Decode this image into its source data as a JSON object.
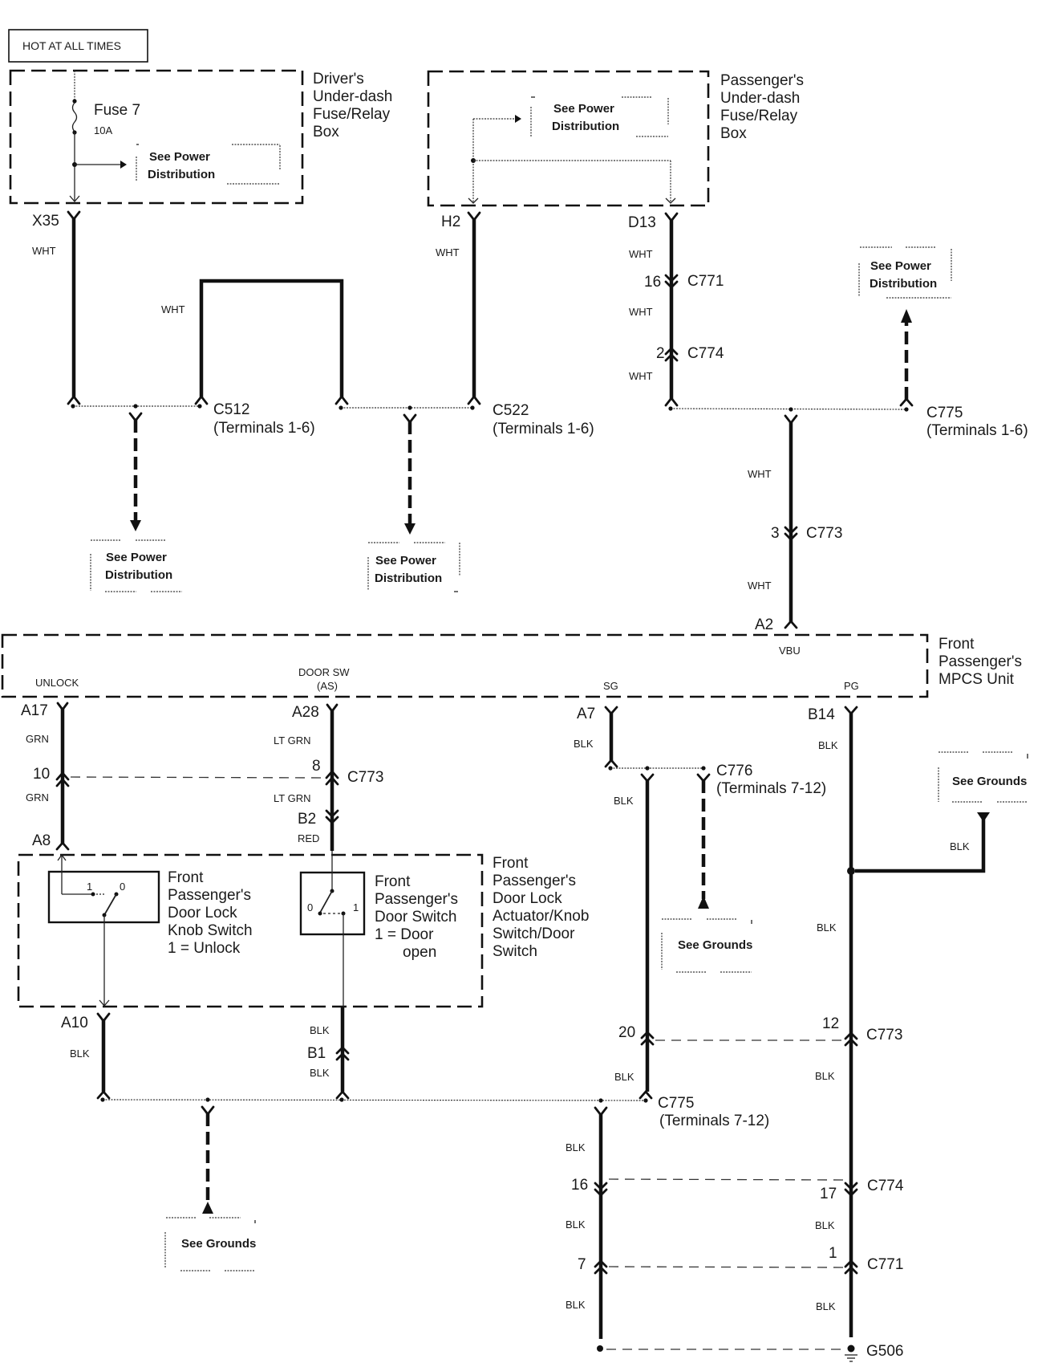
{
  "title_box": "HOT AT ALL TIMES",
  "components": {
    "drivers_box": [
      "Driver's",
      "Under-dash",
      "Fuse/Relay",
      "Box"
    ],
    "passengers_box": [
      "Passenger's",
      "Under-dash",
      "Fuse/Relay",
      "Box"
    ],
    "mpcs_unit": [
      "Front",
      "Passenger's",
      "MPCS Unit"
    ],
    "actuator": [
      "Front",
      "Passenger's",
      "Door Lock",
      "Actuator/Knob",
      "Switch/Door",
      "Switch"
    ],
    "knob_switch": [
      "Front",
      "Passenger's",
      "Door Lock",
      "Knob Switch",
      "1 = Unlock"
    ],
    "door_switch": [
      "Front",
      "Passenger's",
      "Door Switch",
      "1 = Door",
      "open"
    ]
  },
  "fuse": {
    "name": "Fuse 7",
    "rating": "10A"
  },
  "references": {
    "power_line1": "See Power",
    "power_line2": "Distribution",
    "grounds": "See Grounds"
  },
  "mpcs_pins": {
    "vbu": "VBU",
    "unlock": "UNLOCK",
    "door_sw": "DOOR SW",
    "door_sw_sub": "(AS)",
    "sg": "SG",
    "pg": "PG"
  },
  "terminals": {
    "x35": "X35",
    "h2": "H2",
    "d13": "D13",
    "a2": "A2",
    "a17": "A17",
    "a28": "A28",
    "a7": "A7",
    "b14": "B14",
    "a8": "A8",
    "b2": "B2",
    "a10": "A10",
    "b1": "B1"
  },
  "connectors": {
    "c512": "C512",
    "c512_sub": "(Terminals 1-6)",
    "c522": "C522",
    "c522_sub": "(Terminals 1-6)",
    "c775_top": "C775",
    "c775_top_sub": "(Terminals 1-6)",
    "c771": "C771",
    "c774": "C774",
    "c773": "C773",
    "c776": "C776",
    "c776_sub": "(Terminals 7-12)",
    "c775_bot": "C775",
    "c775_bot_sub": "(Terminals 7-12)",
    "g506": "G506"
  },
  "pin_numbers": {
    "c771_top": "16",
    "c774_top": "2",
    "c773_vbu": "3",
    "c773_unlock": "10",
    "c773_doorsw": "8",
    "c773_sg": "20",
    "c773_pg": "12",
    "c774_left": "16",
    "c774_right": "17",
    "c771_left": "7",
    "c771_right": "1",
    "switch_1": "1",
    "switch_0": "0"
  },
  "wire_colors": {
    "wht": "WHT",
    "grn": "GRN",
    "lt_grn": "LT GRN",
    "red": "RED",
    "blk": "BLK"
  }
}
